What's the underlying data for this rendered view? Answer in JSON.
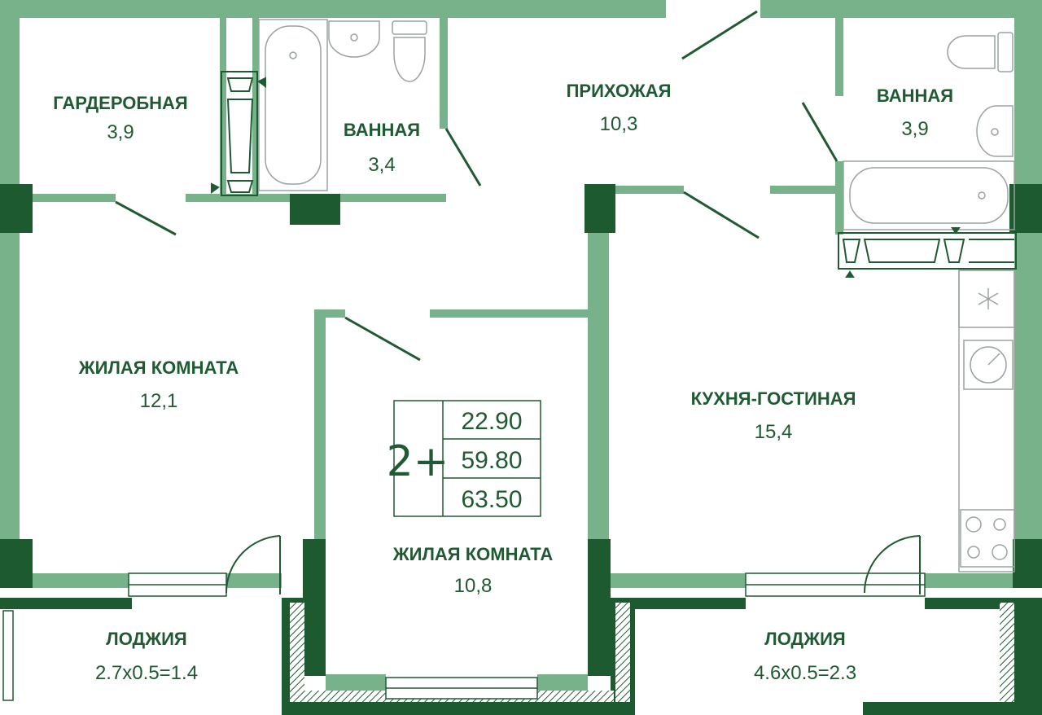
{
  "colors": {
    "wall": "#78b28a",
    "wall_dark": "#1e5a30",
    "line": "#1f5a32",
    "fixture": "#9aa3a0"
  },
  "badge": {
    "rooms": "2+",
    "area_living": "22.90",
    "area_total": "59.80",
    "area_with_loggia": "63.50"
  },
  "rooms": [
    {
      "id": "wardrobe",
      "name": "ГАРДЕРОБНАЯ",
      "area": "3,9"
    },
    {
      "id": "bath1",
      "name": "ВАННАЯ",
      "area": "3,4"
    },
    {
      "id": "hall",
      "name": "ПРИХОЖАЯ",
      "area": "10,3"
    },
    {
      "id": "bath2",
      "name": "ВАННАЯ",
      "area": "3,9"
    },
    {
      "id": "living1",
      "name": "ЖИЛАЯ КОМНАТА",
      "area": "12,1"
    },
    {
      "id": "kitchen",
      "name": "КУХНЯ-ГОСТИНАЯ",
      "area": "15,4"
    },
    {
      "id": "living2",
      "name": "ЖИЛАЯ КОМНАТА",
      "area": "10,8"
    },
    {
      "id": "loggia1",
      "name": "ЛОДЖИЯ",
      "area": "2.7x0.5=1.4"
    },
    {
      "id": "loggia2",
      "name": "ЛОДЖИЯ",
      "area": "4.6x0.5=2.3"
    }
  ],
  "icons": [
    "toilet-icon",
    "sink-icon",
    "bathtub-icon",
    "fridge-snowflake-icon",
    "washing-machine-icon",
    "stove-icon",
    "window-icon",
    "door-swing-icon"
  ]
}
